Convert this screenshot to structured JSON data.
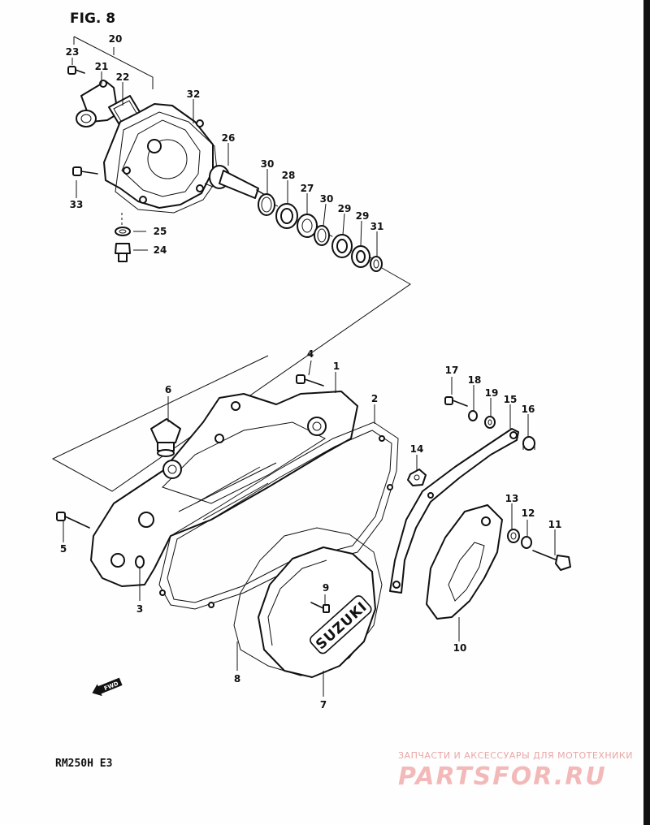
{
  "figure": {
    "title": "FIG. 8",
    "model": "RM250H E3",
    "fwd_label": "FWD",
    "brand_mark": "SUZUKI"
  },
  "watermark": {
    "tagline": "ЗАПЧАСТИ И АКСЕССУАРЫ ДЛЯ МОТОТЕХНИКИ",
    "site": "PARTSFOR.RU"
  },
  "callouts": [
    "1",
    "2",
    "3",
    "4",
    "5",
    "6",
    "7",
    "8",
    "9",
    "10",
    "11",
    "12",
    "13",
    "14",
    "15",
    "16",
    "17",
    "18",
    "19",
    "20",
    "21",
    "22",
    "23",
    "24",
    "25",
    "26",
    "27",
    "28",
    "29",
    "29",
    "30",
    "30",
    "31",
    "32",
    "33"
  ]
}
